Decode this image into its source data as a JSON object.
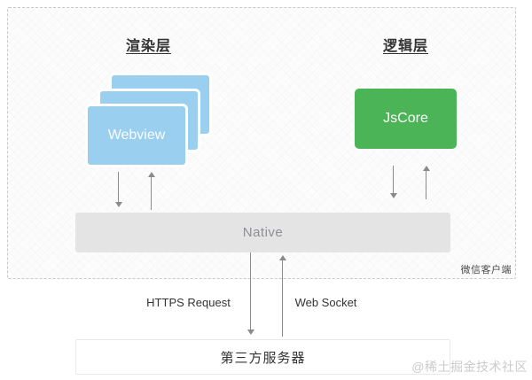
{
  "diagram": {
    "render_layer": {
      "title": "渲染层",
      "webview_label": "Webview"
    },
    "logic_layer": {
      "title": "逻辑层",
      "jscore_label": "JsCore"
    },
    "native_label": "Native",
    "client_label": "微信客户端",
    "connections": {
      "https_label": "HTTPS Request",
      "websocket_label": "Web Socket"
    },
    "server_label": "第三方服务器",
    "watermark": "@稀土掘金技术社区",
    "colors": {
      "webview_blue": "#9BCFF0",
      "jscore_green": "#4BB456",
      "native_gray": "#E4E4E4",
      "native_text": "#8F8F94",
      "arrow_gray": "#8A8A8A",
      "dashed_border": "#C9C9C9",
      "watermark_gray": "#CBCBCB"
    }
  }
}
